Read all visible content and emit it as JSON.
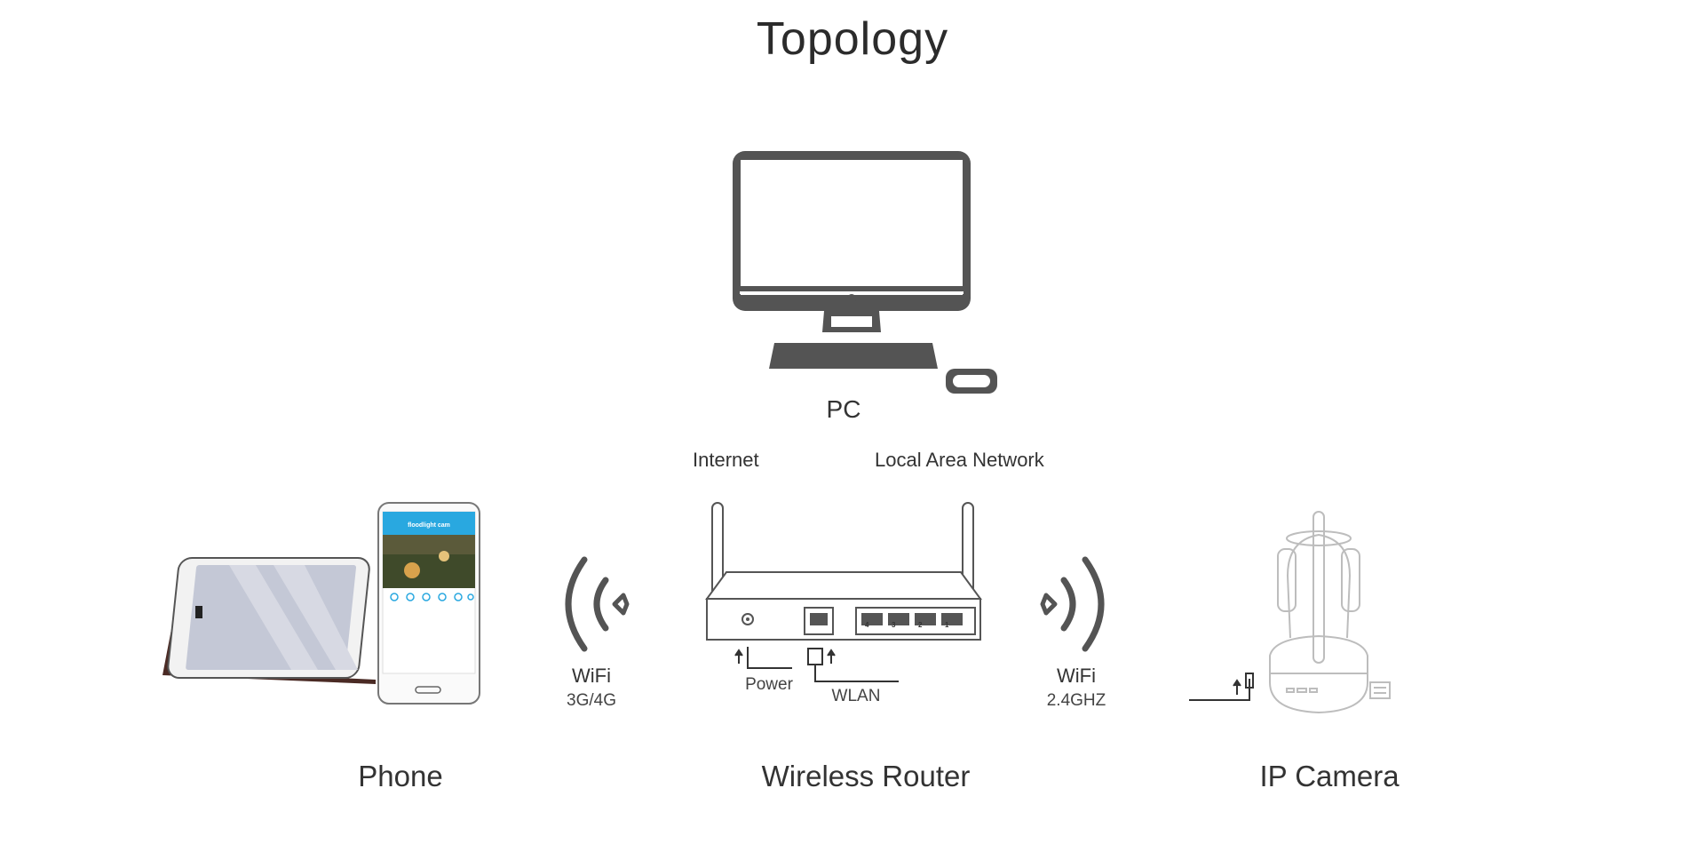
{
  "title": "Topology",
  "pc": {
    "label": "PC"
  },
  "links": {
    "internet": "Internet",
    "lan": "Local Area Network"
  },
  "phone": {
    "label": "Phone",
    "screen_title": "floodlight cam",
    "wifi_label": "WiFi",
    "wifi_sub": "3G/4G"
  },
  "router": {
    "label": "Wireless Router",
    "power_label": "Power",
    "wlan_label": "WLAN",
    "port_numbers": [
      "4",
      "3",
      "2",
      "1"
    ]
  },
  "camera": {
    "label": "IP Camera",
    "wifi_label": "WiFi",
    "wifi_sub": "2.4GHZ"
  },
  "colors": {
    "device_gray": "#545454",
    "text": "#333333",
    "phone_accent": "#29a8e0",
    "tablet_case": "#4a2a24"
  }
}
